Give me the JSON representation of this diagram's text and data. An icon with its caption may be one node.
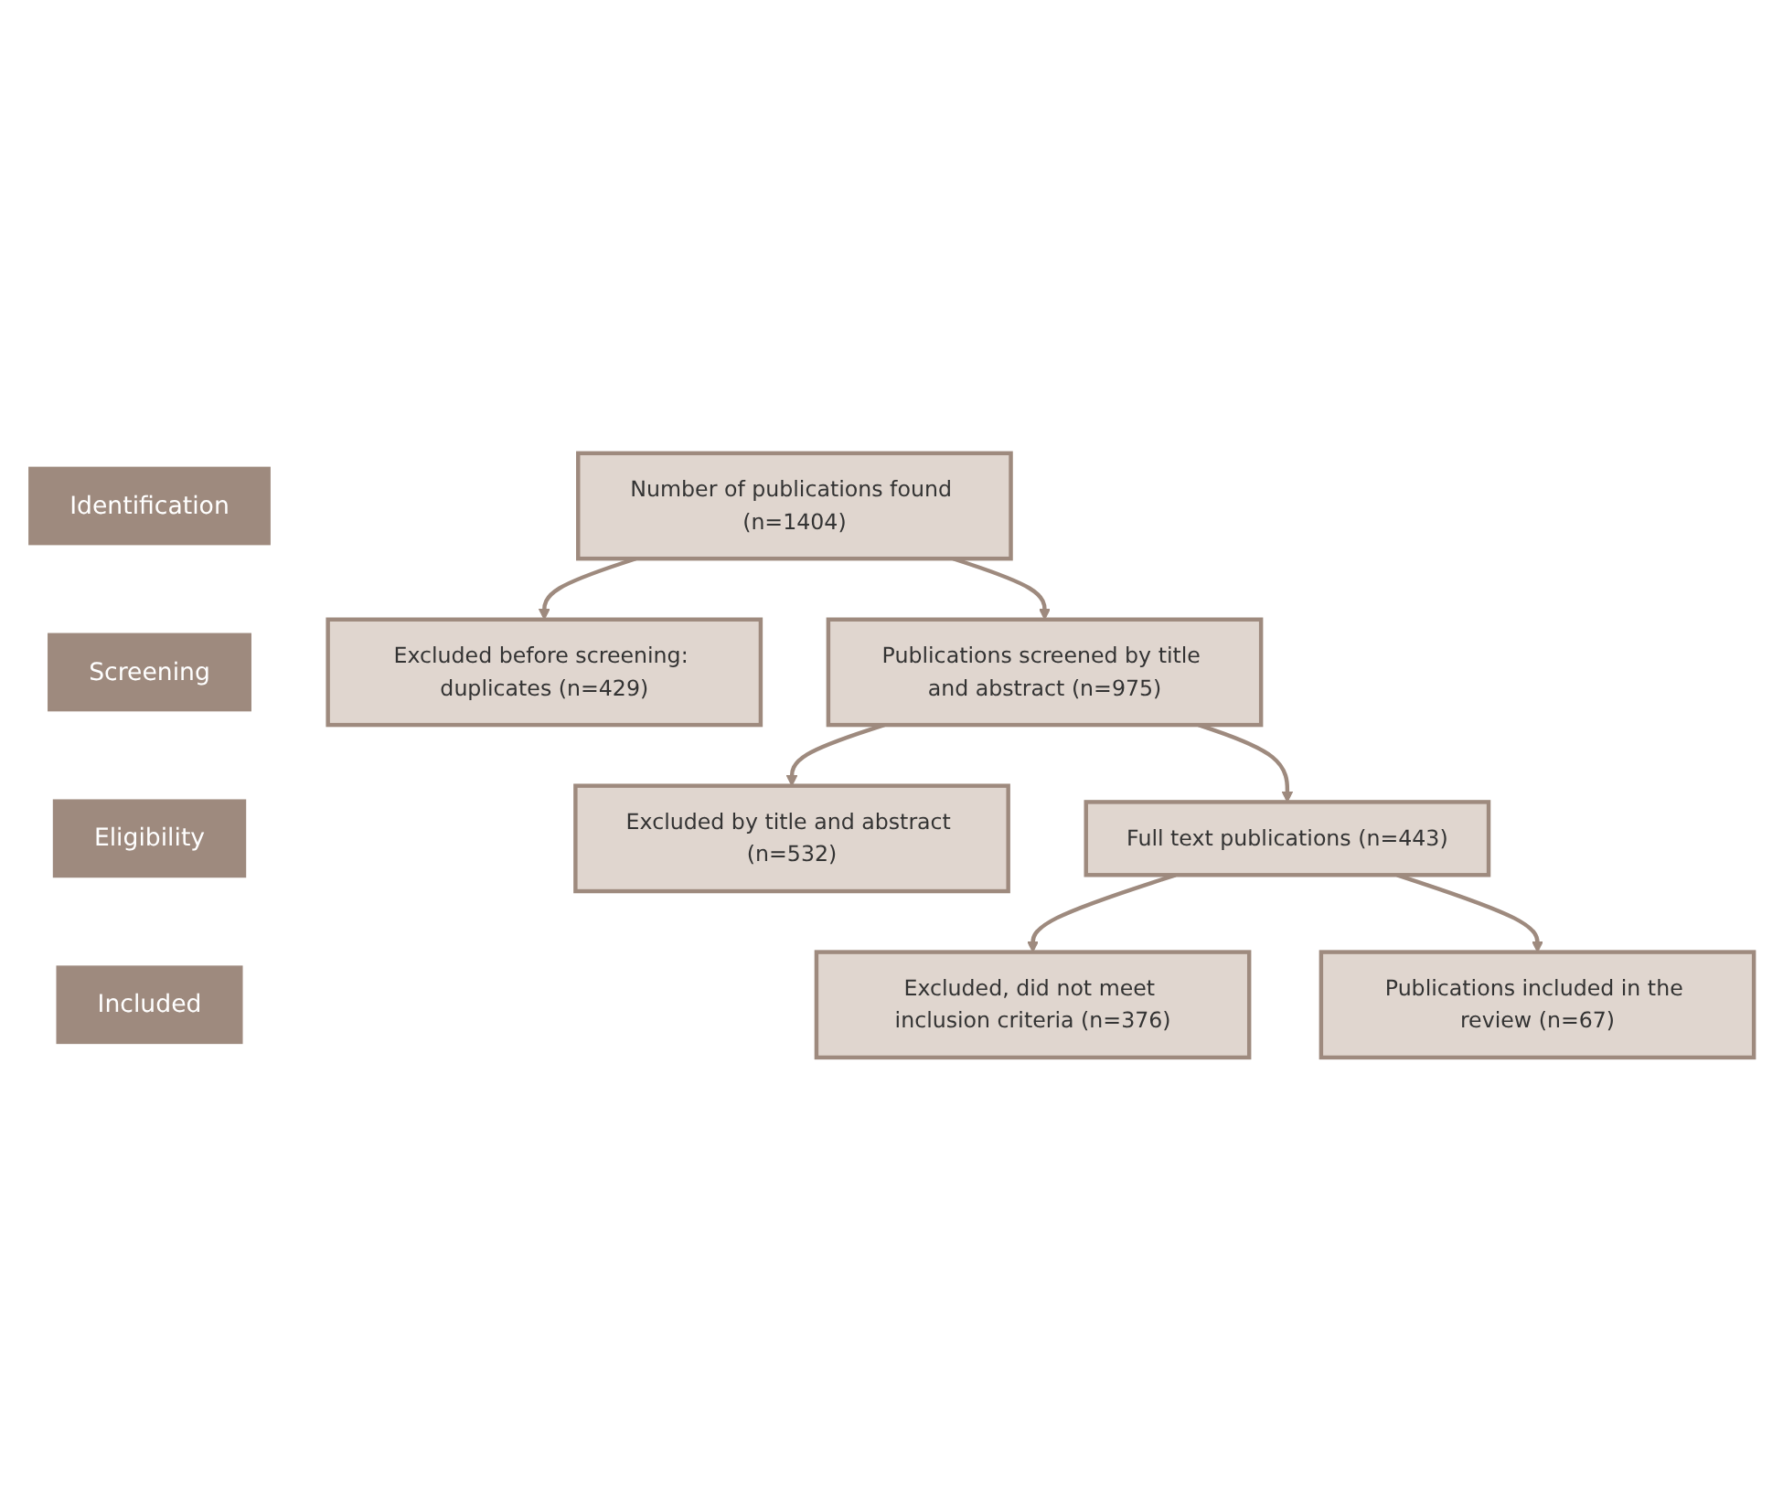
{
  "diagram": {
    "nodes": [
      {
        "text": [
          "Identification"
        ]
      },
      {
        "text": [
          "Number of publications found (n=1404)"
        ]
      },
      {
        "text": [
          "Excluded before screening: duplicates (n=429)"
        ]
      },
      {
        "text": [
          "Screening"
        ]
      },
      {
        "text": [
          "Publications screened by title and abstract (n=975)"
        ]
      },
      {
        "text": [
          "Excluded by title and abstract (n=532)"
        ]
      },
      {
        "text": [
          "Eligibility"
        ]
      },
      {
        "text": [
          "Full text publications (n=443)"
        ]
      },
      {
        "text": [
          "Excluded, did not meet inclusion criteria (n=376)"
        ]
      },
      {
        "text": [
          "Included"
        ]
      },
      {
        "text": [
          "Publications included in the review (n=67)"
        ]
      }
    ],
    "edges": [
      {
        "from": 1,
        "to": 2,
        "arrow": "to"
      },
      {
        "from": 1,
        "to": 4,
        "arrow": "to"
      },
      {
        "from": 4,
        "to": 5,
        "arrow": "to"
      },
      {
        "from": 4,
        "to": 7,
        "arrow": "to"
      },
      {
        "from": 7,
        "to": 8,
        "arrow": "to"
      },
      {
        "from": 7,
        "to": 10,
        "arrow": "to"
      }
    ]
  }
}
